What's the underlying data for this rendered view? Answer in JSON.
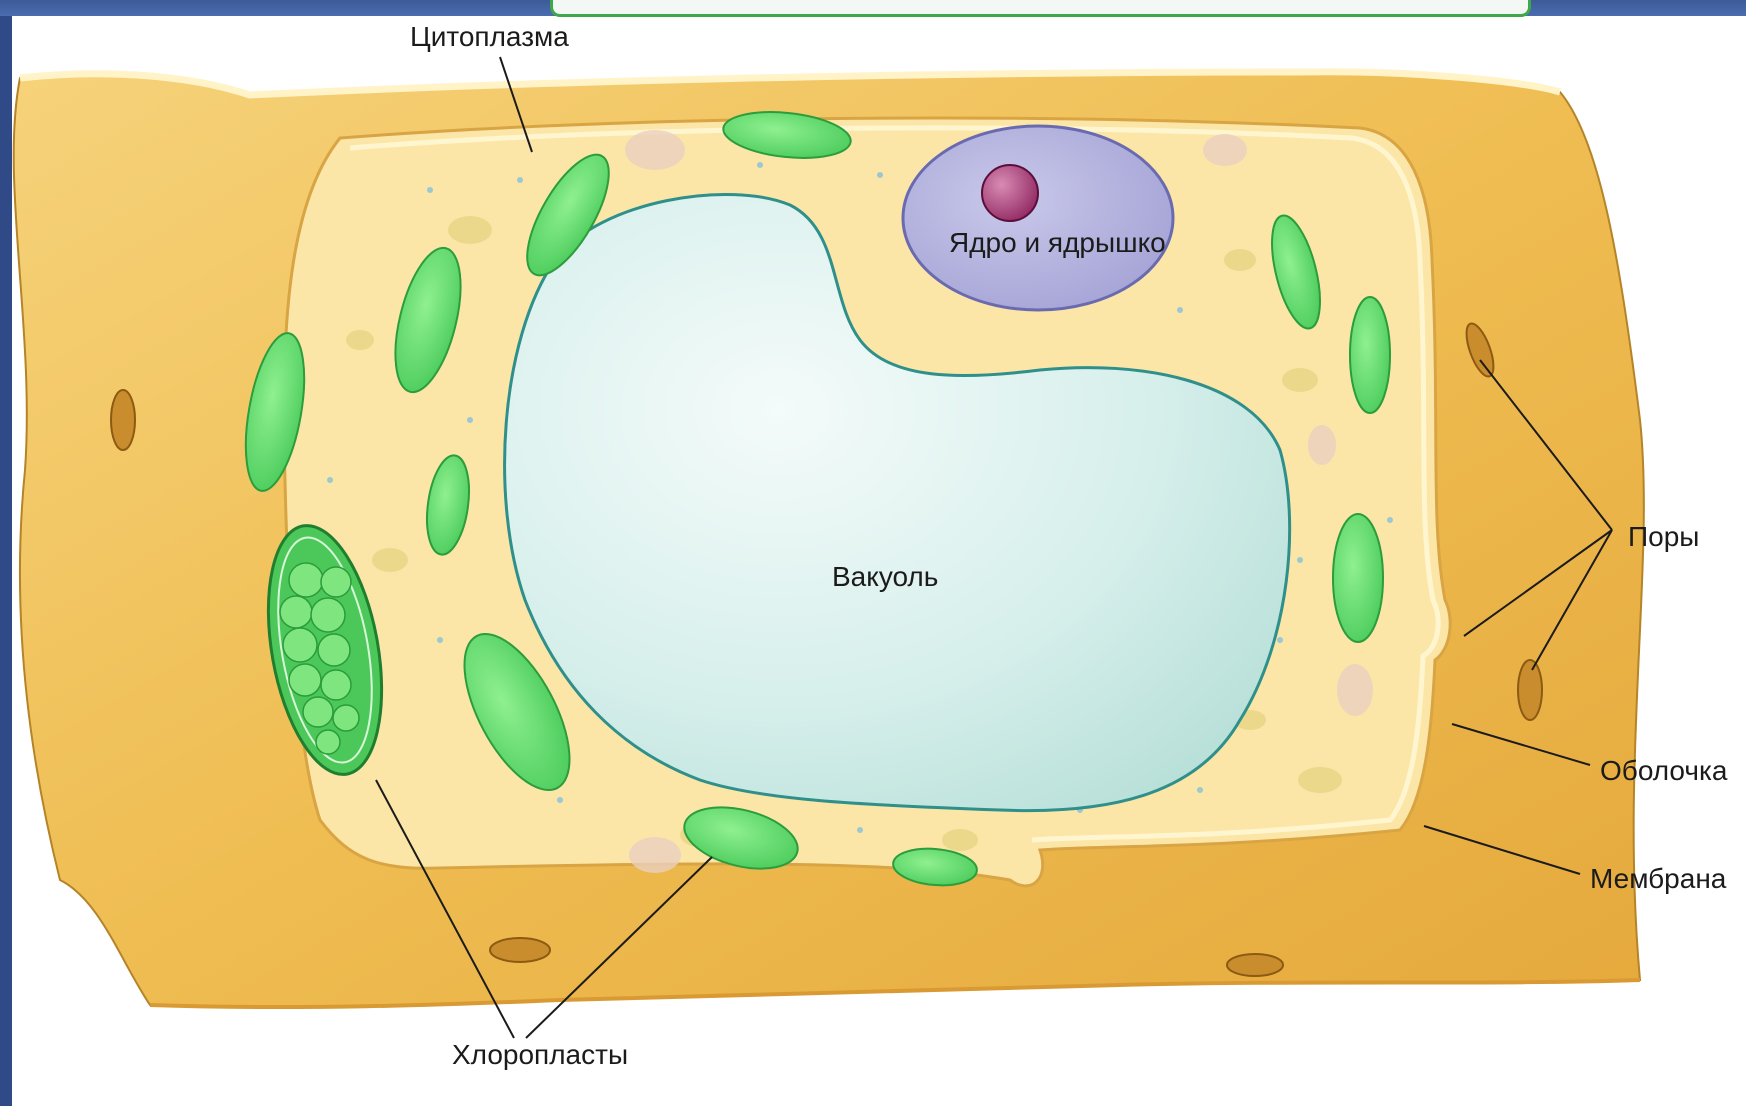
{
  "labels": {
    "cytoplasm": "Цитоплазма",
    "nucleus": "Ядро и ядрышко",
    "vacuole": "Вакуоль",
    "pores": "Поры",
    "cell_wall": "Оболочка",
    "membrane": "Мембрана",
    "chloroplasts": "Хлоропласты"
  },
  "colors": {
    "cell_wall": "#f2c55c",
    "cytoplasm": "#fbe6a8",
    "chloroplast": "#5fd86a",
    "vacuole": "#d9f1ee",
    "nucleus": "#b3b2dc",
    "nucleolus": "#9a2a66"
  }
}
